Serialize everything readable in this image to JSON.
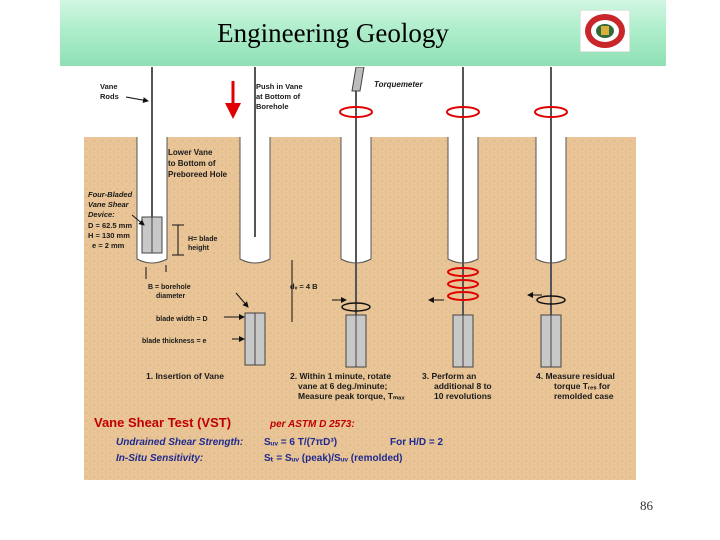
{
  "header": {
    "title": "Engineering Geology"
  },
  "figure": {
    "top_labels": {
      "vane_rods": [
        "Vane",
        "Rods"
      ],
      "push": [
        "Push in Vane",
        "at Bottom of",
        "Borehole"
      ],
      "torquemeter": "Torquemeter"
    },
    "lower_vane": [
      "Lower Vane",
      "to Bottom of",
      "Preboreed Hole"
    ],
    "device": [
      "Four-Bladed",
      "Vane Shear",
      "Device:",
      "D = 62.5 mm",
      "H = 130 mm",
      "e = 2 mm"
    ],
    "h_label": [
      "H= blade",
      "height"
    ],
    "b_label": [
      "B = borehole",
      "diameter"
    ],
    "blade_width": "blade width = D",
    "blade_thickness": "blade thickness = e",
    "depth_label": "dᵥ = 4 B",
    "steps": [
      [
        "1.  Insertion of Vane"
      ],
      [
        "2.  Within 1 minute, rotate",
        "vane at 6 deg./minute;",
        "Measure peak torque, Tₘₐₓ"
      ],
      [
        "3.   Perform an",
        "additional 8 to",
        "10 revolutions"
      ],
      [
        "4.   Measure residual",
        "torque   Tᵣₑₛ   for",
        "remolded case"
      ]
    ],
    "vst_title": "Vane Shear Test (VST)",
    "vst_ref": "per ASTM D 2573:",
    "strength_label": "Undrained Shear Strength:",
    "strength_formula": "Sᵤᵥ = 6 T/(7πD³)",
    "hd_note": "For H/D = 2",
    "sensitivity_label": "In-Situ Sensitivity:",
    "sensitivity_formula": "Sₜ  = Sᵤᵥ (peak)/Sᵤᵥ (remolded)"
  },
  "colors": {
    "soil": "#e8c496",
    "header": "#9fe6bf",
    "red": "#e00000"
  },
  "page_number": "86"
}
